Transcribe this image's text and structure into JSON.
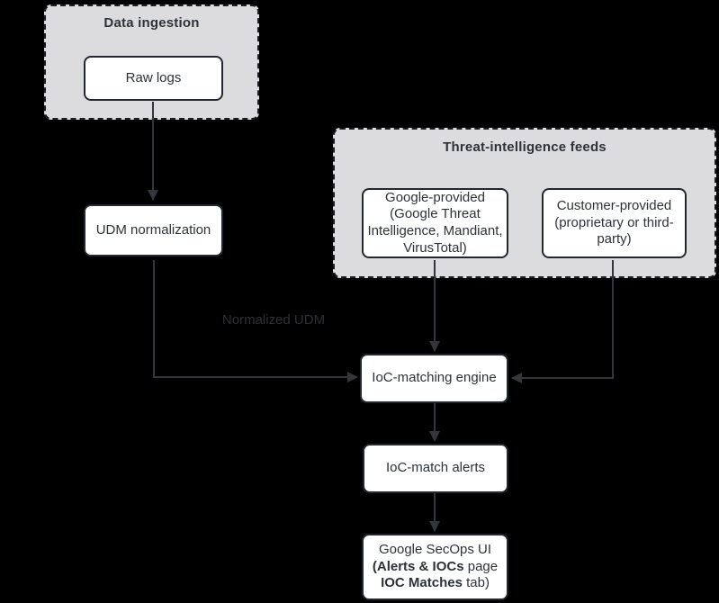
{
  "diagram": {
    "type": "flowchart",
    "colors": {
      "background": "#000000",
      "container_fill": "#dcdcde",
      "container_border": "#1a1e24",
      "node_fill": "#ffffff",
      "node_border": "#23272f",
      "text": "#2e3238",
      "arrow": "#33363b",
      "edge_label": "#2c2f35"
    },
    "containers": [
      {
        "id": "data_ingestion",
        "title": "Data ingestion"
      },
      {
        "id": "threat_intel",
        "title": "Threat-intelligence feeds"
      }
    ],
    "nodes": {
      "raw_logs": {
        "label": "Raw logs"
      },
      "udm_normalization": {
        "label": "UDM normalization"
      },
      "google_provided": {
        "label": "Google-provided\n(Google Threat\nIntelligence, Mandiant,\nVirusTotal)"
      },
      "customer_provided": {
        "label": "Customer-provided\n(proprietary or third-\nparty)"
      },
      "ioc_matching_engine": {
        "label": "IoC-matching engine"
      },
      "ioc_match_alerts": {
        "label": "IoC-match alerts"
      },
      "secops_ui": {
        "lines": [
          [
            {
              "t": "Google SecOps UI",
              "b": false
            }
          ],
          [
            {
              "t": "(Alerts & IOCs",
              "b": true
            },
            {
              "t": " page",
              "b": false
            }
          ],
          [
            {
              "t": "IOC Matches",
              "b": true
            },
            {
              "t": " tab)",
              "b": false
            }
          ]
        ]
      }
    },
    "edge_labels": {
      "normalized_udm": "Normalized UDM"
    },
    "edges": [
      {
        "from": "raw_logs",
        "to": "udm_normalization"
      },
      {
        "from": "udm_normalization",
        "to": "ioc_matching_engine",
        "label": "Normalized UDM"
      },
      {
        "from": "google_provided",
        "to": "ioc_matching_engine"
      },
      {
        "from": "customer_provided",
        "to": "ioc_matching_engine"
      },
      {
        "from": "ioc_matching_engine",
        "to": "ioc_match_alerts"
      },
      {
        "from": "ioc_match_alerts",
        "to": "secops_ui"
      }
    ]
  }
}
